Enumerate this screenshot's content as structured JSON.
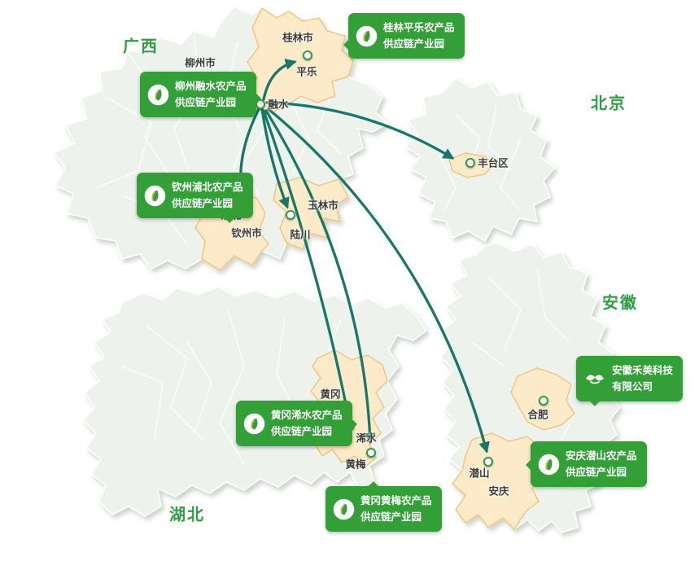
{
  "provinces": {
    "guangxi": "广西",
    "beijing": "北京",
    "anhui": "安徽",
    "hubei": "湖北"
  },
  "cities": {
    "liuzhou": "柳州市",
    "guilin": "桂林市",
    "pingle": "平乐",
    "rongshui": "融水",
    "pubei": "浦北",
    "qinzhou": "钦州市",
    "luchuan": "陆川",
    "yulin": "玉林市",
    "fengtai": "丰台区",
    "huanggang": "黄冈",
    "xishui": "浠水",
    "huangmei": "黄梅",
    "hefei": "合肥",
    "qianshan": "潜山",
    "anqing": "安庆"
  },
  "callouts": {
    "guilin_pingle": {
      "line1": "桂林平乐农产品",
      "line2": "供应链产业园"
    },
    "liuzhou_rongshui": {
      "line1": "柳州融水农产品",
      "line2": "供应链产业园"
    },
    "qinzhou_pubei": {
      "line1": "钦州浦北农产品",
      "line2": "供应链产业园"
    },
    "huanggang_xishui": {
      "line1": "黄冈浠水农产品",
      "line2": "供应链产业园"
    },
    "huanggang_huangmei": {
      "line1": "黄冈黄梅农产品",
      "line2": "供应链产业园"
    },
    "anhui_hemei": {
      "line1": "安徽禾美科技",
      "line2": "有限公司"
    },
    "anqing_qianshan": {
      "line1": "安庆潜山农产品",
      "line2": "供应链产业园"
    }
  },
  "routes": [
    {
      "from": "融水",
      "to": "平乐"
    },
    {
      "from": "融水",
      "to": "丰台区"
    },
    {
      "from": "融水",
      "to": "浦北"
    },
    {
      "from": "融水",
      "to": "陆川"
    },
    {
      "from": "融水",
      "to": "浠水"
    },
    {
      "from": "融水",
      "to": "黄梅"
    },
    {
      "from": "融水",
      "to": "潜山"
    }
  ],
  "colors": {
    "brand_green": "#32a037",
    "province_label_green": "#2f9e44",
    "arrow_teal": "#17776b",
    "map_fill": "#edf2ec",
    "highlight_fill": "#fdeac8",
    "highlight_border": "#f2bd6d"
  }
}
